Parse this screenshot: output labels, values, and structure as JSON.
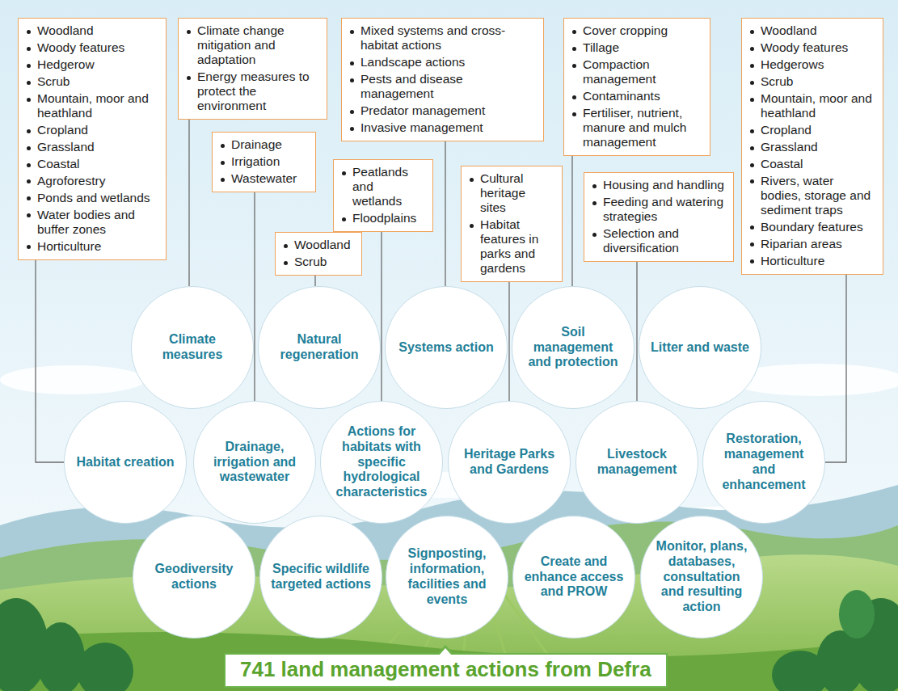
{
  "diagram": {
    "nodes": [
      {
        "text": [
          "Woodland",
          "Woody features",
          "Hedgerow",
          "Scrub",
          "Mountain, moor and heathland",
          "Cropland",
          "Grassland",
          "Coastal",
          "Agroforestry",
          "Ponds and wetlands",
          "Water bodies and buffer zones",
          "Horticulture"
        ]
      },
      {
        "text": [
          "Climate change mitigation and adaptation",
          "Energy measures to protect the environment"
        ]
      },
      {
        "text": [
          "Mixed systems and cross-habitat actions",
          "Landscape actions",
          "Pests and disease management",
          "Predator management",
          "Invasive management"
        ]
      },
      {
        "text": [
          "Cover cropping",
          "Tillage",
          "Compaction management",
          "Contaminants",
          "Fertiliser, nutrient, manure and mulch management"
        ]
      },
      {
        "text": [
          "Woodland",
          "Woody features",
          "Hedgerows",
          "Scrub",
          "Mountain, moor and heathland",
          "Cropland",
          "Grassland",
          "Coastal",
          "Rivers, water bodies, storage and sediment traps",
          "Boundary features",
          "Riparian areas",
          "Horticulture"
        ]
      },
      {
        "text": [
          "Drainage",
          "Irrigation",
          "Wastewater"
        ]
      },
      {
        "text": [
          "Peatlands and wetlands",
          "Floodplains"
        ]
      },
      {
        "text": [
          "Cultural heritage sites",
          "Habitat features in parks and gardens"
        ]
      },
      {
        "text": [
          "Housing and handling",
          "Feeding and watering strategies",
          "Selection and diversification"
        ]
      },
      {
        "text": [
          "Woodland",
          "Scrub"
        ]
      },
      {
        "text": [
          "Climate measures"
        ]
      },
      {
        "text": [
          "Natural regeneration"
        ]
      },
      {
        "text": [
          "Systems action"
        ]
      },
      {
        "text": [
          "Soil management and protection"
        ]
      },
      {
        "text": [
          "Litter and waste"
        ]
      },
      {
        "text": [
          "Habitat creation"
        ]
      },
      {
        "text": [
          "Drainage, irrigation and wastewater"
        ]
      },
      {
        "text": [
          "Actions for habitats with specific hydrological characteristics"
        ]
      },
      {
        "text": [
          "Heritage Parks and Gardens"
        ]
      },
      {
        "text": [
          "Livestock management"
        ]
      },
      {
        "text": [
          "Restoration, management and enhancement"
        ]
      },
      {
        "text": [
          "Geodiversity actions"
        ]
      },
      {
        "text": [
          "Specific wildlife targeted actions"
        ]
      },
      {
        "text": [
          "Signposting, information, facilities and events"
        ]
      },
      {
        "text": [
          "Create and enhance access and PROW"
        ]
      },
      {
        "text": [
          "Monitor, plans, databases, consultation and resulting action"
        ]
      },
      {
        "text": [
          "741 land management actions from Defra"
        ]
      }
    ],
    "edges": [
      {
        "from": 0,
        "to": 15,
        "arrow": "none"
      },
      {
        "from": 1,
        "to": 10,
        "arrow": "none"
      },
      {
        "from": 2,
        "to": 12,
        "arrow": "none"
      },
      {
        "from": 3,
        "to": 13,
        "arrow": "none"
      },
      {
        "from": 4,
        "to": 20,
        "arrow": "none"
      },
      {
        "from": 5,
        "to": 16,
        "arrow": "none"
      },
      {
        "from": 6,
        "to": 17,
        "arrow": "none"
      },
      {
        "from": 7,
        "to": 18,
        "arrow": "none"
      },
      {
        "from": 8,
        "to": 19,
        "arrow": "none"
      },
      {
        "from": 9,
        "to": 11,
        "arrow": "none"
      }
    ]
  }
}
